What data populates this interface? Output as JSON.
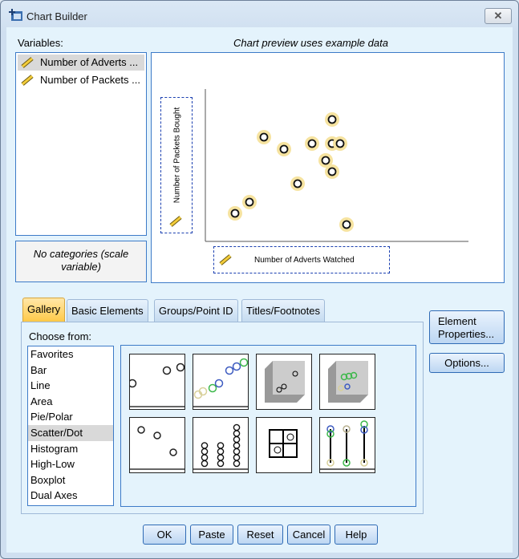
{
  "window": {
    "title": "Chart Builder",
    "close_label": "✕"
  },
  "variables": {
    "label": "Variables:",
    "items": [
      {
        "label": "Number of Adverts ..."
      },
      {
        "label": "Number of Packets ..."
      }
    ],
    "no_categories": "No categories (scale variable)"
  },
  "preview": {
    "caption": "Chart preview uses example data",
    "y_axis_label": "Number of Packets Bought",
    "x_axis_label": "Number of Adverts Watched"
  },
  "chart_data": {
    "type": "scatter",
    "title": "",
    "xlabel": "Number of Adverts Watched",
    "ylabel": "Number of Packets Bought",
    "x": [
      37,
      55,
      73,
      98,
      115,
      133,
      150,
      158,
      158,
      168,
      158,
      176
    ],
    "y": [
      35,
      49,
      130,
      115,
      72,
      122,
      101,
      152,
      122,
      122,
      87,
      21
    ],
    "xlim": [
      0,
      200
    ],
    "ylim": [
      0,
      190
    ],
    "grid": false
  },
  "tabs": [
    {
      "label": "Gallery"
    },
    {
      "label": "Basic Elements"
    },
    {
      "label": "Groups/Point ID"
    },
    {
      "label": "Titles/Footnotes"
    }
  ],
  "gallery": {
    "choose_label": "Choose from:",
    "types": [
      "Favorites",
      "Bar",
      "Line",
      "Area",
      "Pie/Polar",
      "Scatter/Dot",
      "Histogram",
      "High-Low",
      "Boxplot",
      "Dual Axes"
    ],
    "selected": "Scatter/Dot"
  },
  "side_buttons": {
    "element_properties": "Element Properties...",
    "options": "Options..."
  },
  "buttons": {
    "ok": "OK",
    "paste": "Paste",
    "reset": "Reset",
    "cancel": "Cancel",
    "help": "Help"
  },
  "colors": {
    "accent": "#3d7bc8",
    "point_halo": "#f6e3a0",
    "tab_active": "#ffc845"
  }
}
